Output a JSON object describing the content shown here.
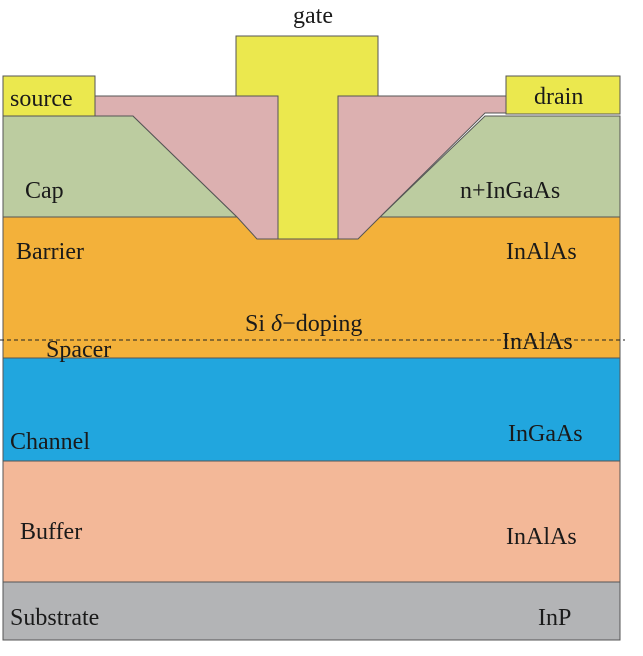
{
  "labels": {
    "gate": "gate",
    "source": "source",
    "drain": "drain",
    "cap": "Cap",
    "cap_material": "n+InGaAs",
    "barrier": "Barrier",
    "barrier_material": "InAlAs",
    "doping_prefix": "Si ",
    "doping_delta": "δ",
    "doping_suffix": "−doping",
    "spacer": "Spacer",
    "spacer_material": "InAlAs",
    "channel": "Channel",
    "channel_material": "InGaAs",
    "buffer": "Buffer",
    "buffer_material": "InAlAs",
    "substrate": "Substrate",
    "substrate_material": "InP"
  },
  "colors": {
    "gate_metal": "#ebe84e",
    "contact_metal": "#ebe84e",
    "passivation": "#dcb0b0",
    "cap": "#bccca0",
    "barrier": "#f3b13a",
    "channel": "#21a6de",
    "buffer": "#f3b898",
    "substrate": "#b3b4b6"
  }
}
